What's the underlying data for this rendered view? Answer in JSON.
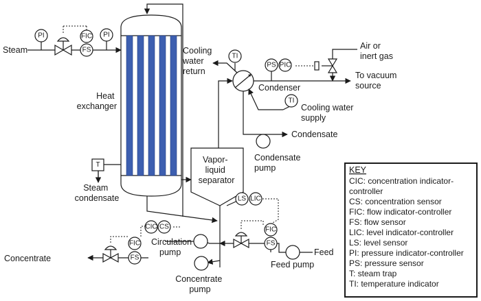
{
  "labels": {
    "steam": "Steam",
    "cooling_water_return": [
      "Cooling",
      "water",
      "return"
    ],
    "heat_exchanger": [
      "Heat",
      "exchanger"
    ],
    "air_inert_gas": [
      "Air or",
      "inert gas"
    ],
    "to_vacuum": [
      "To vacuum",
      "source"
    ],
    "condenser": "Condenser",
    "cooling_water_supply": [
      "Cooling water",
      "supply"
    ],
    "condensate": "Condensate",
    "condensate_pump": [
      "Condensate",
      "pump"
    ],
    "vapor_liquid_separator": [
      "Vapor-",
      "liquid",
      "separator"
    ],
    "steam_condensate": [
      "Steam",
      "condensate"
    ],
    "circulation_pump": [
      "Circulation",
      "pump"
    ],
    "concentrate": "Concentrate",
    "concentrate_pump": [
      "Concentrate",
      "pump"
    ],
    "feed": "Feed",
    "feed_pump": "Feed pump"
  },
  "instruments": {
    "pi_left": "PI",
    "fic_steam": "FIC",
    "fs_steam": "FS",
    "pi_right": "PI",
    "ti_top": "TI",
    "ps": "PS",
    "pic": "PIC",
    "ti_cw": "TI",
    "steam_trap": "T",
    "ls": "LS",
    "lic": "LIC",
    "cic": "CIC",
    "cs": "CS",
    "fic_conc": "FIC",
    "fs_conc": "FS",
    "fic_feed": "FIC",
    "fs_feed": "FS"
  },
  "key": {
    "title": "KEY",
    "entries": [
      "CIC: concentration indicator-",
      "controller",
      "CS: concentration sensor",
      "FIC: flow indicator-controller",
      "FS: flow sensor",
      "LIC: level indicator-controller",
      "LS: level sensor",
      "PI: pressure indicator-controller",
      "PS: pressure sensor",
      "T: steam trap",
      "TI: temperature indicator"
    ]
  }
}
